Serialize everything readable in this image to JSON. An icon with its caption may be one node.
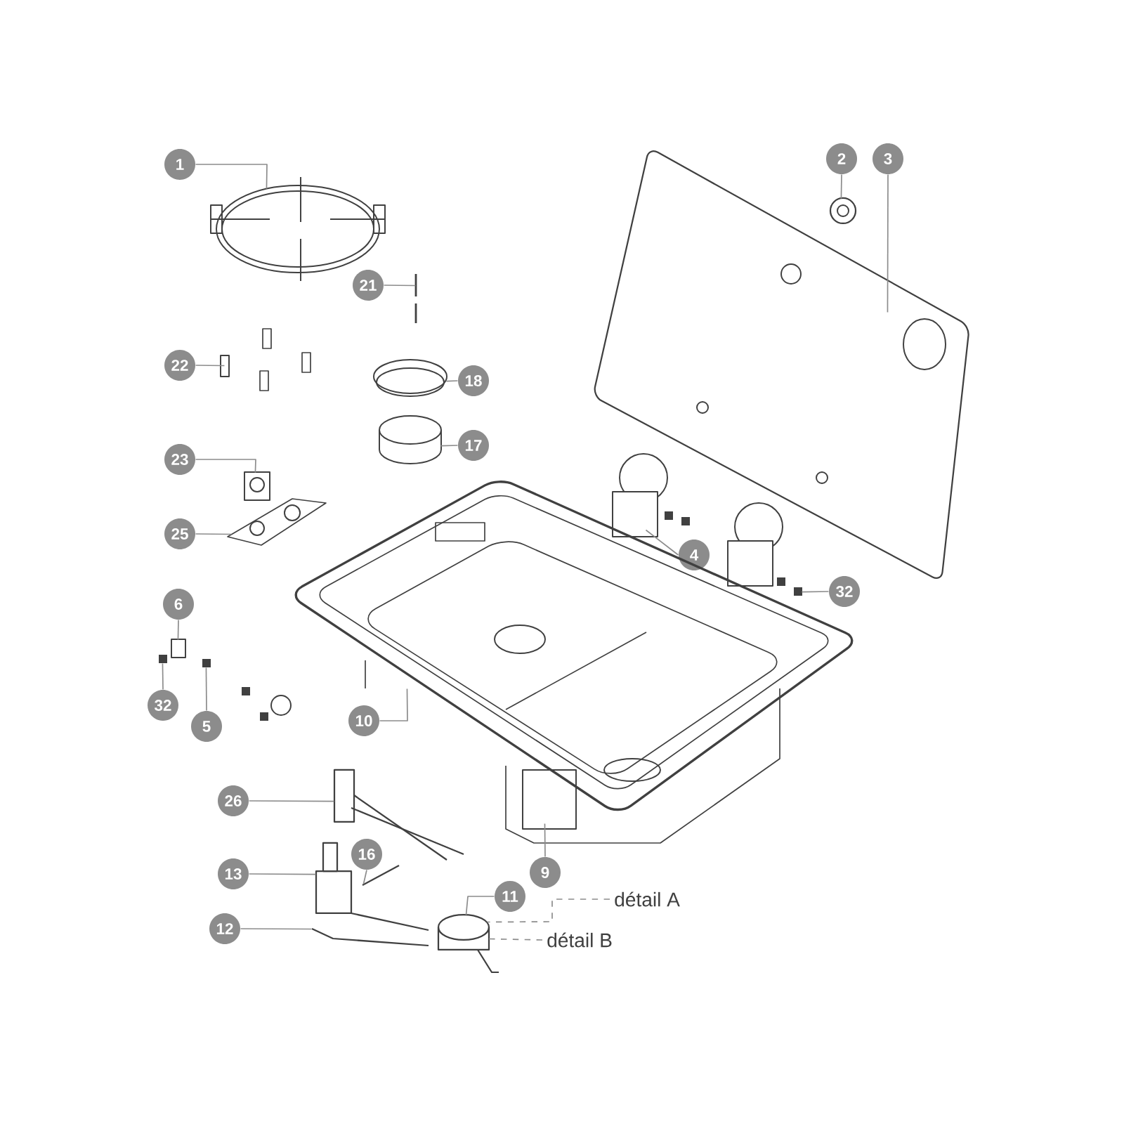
{
  "diagram": {
    "nodes": [
      {
        "text": [
          "1"
        ]
      },
      {
        "text": [
          "21"
        ]
      },
      {
        "text": [
          "22"
        ]
      },
      {
        "text": [
          "18"
        ]
      },
      {
        "text": [
          "23"
        ]
      },
      {
        "text": [
          "17"
        ]
      },
      {
        "text": [
          "25"
        ]
      },
      {
        "text": [
          "2"
        ]
      },
      {
        "text": [
          "3"
        ]
      },
      {
        "text": [
          "4"
        ]
      },
      {
        "text": [
          "32"
        ]
      },
      {
        "text": [
          "6"
        ]
      },
      {
        "text": [
          "32"
        ]
      },
      {
        "text": [
          "5"
        ]
      },
      {
        "text": [
          "10"
        ]
      },
      {
        "text": [
          "26"
        ]
      },
      {
        "text": [
          "13"
        ]
      },
      {
        "text": [
          "16"
        ]
      },
      {
        "text": [
          "12"
        ]
      },
      {
        "text": [
          "11"
        ]
      },
      {
        "text": [
          "9"
        ]
      },
      {
        "text": [
          "détail A"
        ]
      },
      {
        "text": [
          "détail B"
        ]
      },
      {
        "text": [],
        "shape": "picture"
      },
      {
        "text": [],
        "shape": "picture"
      },
      {
        "text": [],
        "shape": "box"
      },
      {
        "text": [],
        "shape": "picture"
      },
      {
        "text": [],
        "shape": "picture"
      },
      {
        "text": [],
        "shape": "cylinder"
      },
      {
        "text": [],
        "shape": "picture"
      },
      {
        "text": [],
        "shape": "picture"
      },
      {
        "text": [],
        "shape": "picture"
      },
      {
        "text": [],
        "shape": "circle"
      },
      {
        "text": [],
        "shape": "box"
      },
      {
        "text": [],
        "shape": "box"
      },
      {
        "text": [],
        "shape": "box"
      },
      {
        "text": [],
        "shape": "box"
      },
      {
        "text": [],
        "shape": "picture"
      },
      {
        "text": [],
        "shape": "picture"
      },
      {
        "text": [],
        "shape": "box"
      },
      {
        "text": [],
        "shape": "picture"
      },
      {
        "text": [],
        "shape": "picture"
      },
      {
        "text": [],
        "shape": "picture"
      }
    ],
    "edges": [
      {
        "from": 0,
        "to": 23,
        "arrow": "none"
      },
      {
        "from": 1,
        "to": 24,
        "arrow": "none"
      },
      {
        "from": 2,
        "to": 25,
        "arrow": "none"
      },
      {
        "from": 3,
        "to": 26,
        "arrow": "none"
      },
      {
        "from": 4,
        "to": 27,
        "arrow": "none"
      },
      {
        "from": 5,
        "to": 28,
        "arrow": "none"
      },
      {
        "from": 6,
        "to": 29,
        "arrow": "none"
      },
      {
        "from": 7,
        "to": 30,
        "arrow": "none"
      },
      {
        "from": 8,
        "to": 31,
        "arrow": "none"
      },
      {
        "from": 9,
        "to": 32,
        "arrow": "none"
      },
      {
        "from": 10,
        "to": 33,
        "arrow": "none"
      },
      {
        "from": 11,
        "to": 34,
        "arrow": "none"
      },
      {
        "from": 12,
        "to": 35,
        "arrow": "none"
      },
      {
        "from": 13,
        "to": 36,
        "arrow": "none"
      },
      {
        "from": 14,
        "to": 37,
        "arrow": "none"
      },
      {
        "from": 15,
        "to": 38,
        "arrow": "none"
      },
      {
        "from": 16,
        "to": 39,
        "arrow": "none"
      },
      {
        "from": 17,
        "to": 40,
        "arrow": "none"
      },
      {
        "from": 18,
        "to": 41,
        "arrow": "none"
      },
      {
        "from": 19,
        "to": 42,
        "arrow": "none"
      },
      {
        "from": 20,
        "to": 37,
        "arrow": "none"
      },
      {
        "from": 21,
        "to": 42,
        "arrow": "none",
        "style": "dashed"
      },
      {
        "from": 22,
        "to": 42,
        "arrow": "none",
        "style": "dashed"
      }
    ]
  }
}
